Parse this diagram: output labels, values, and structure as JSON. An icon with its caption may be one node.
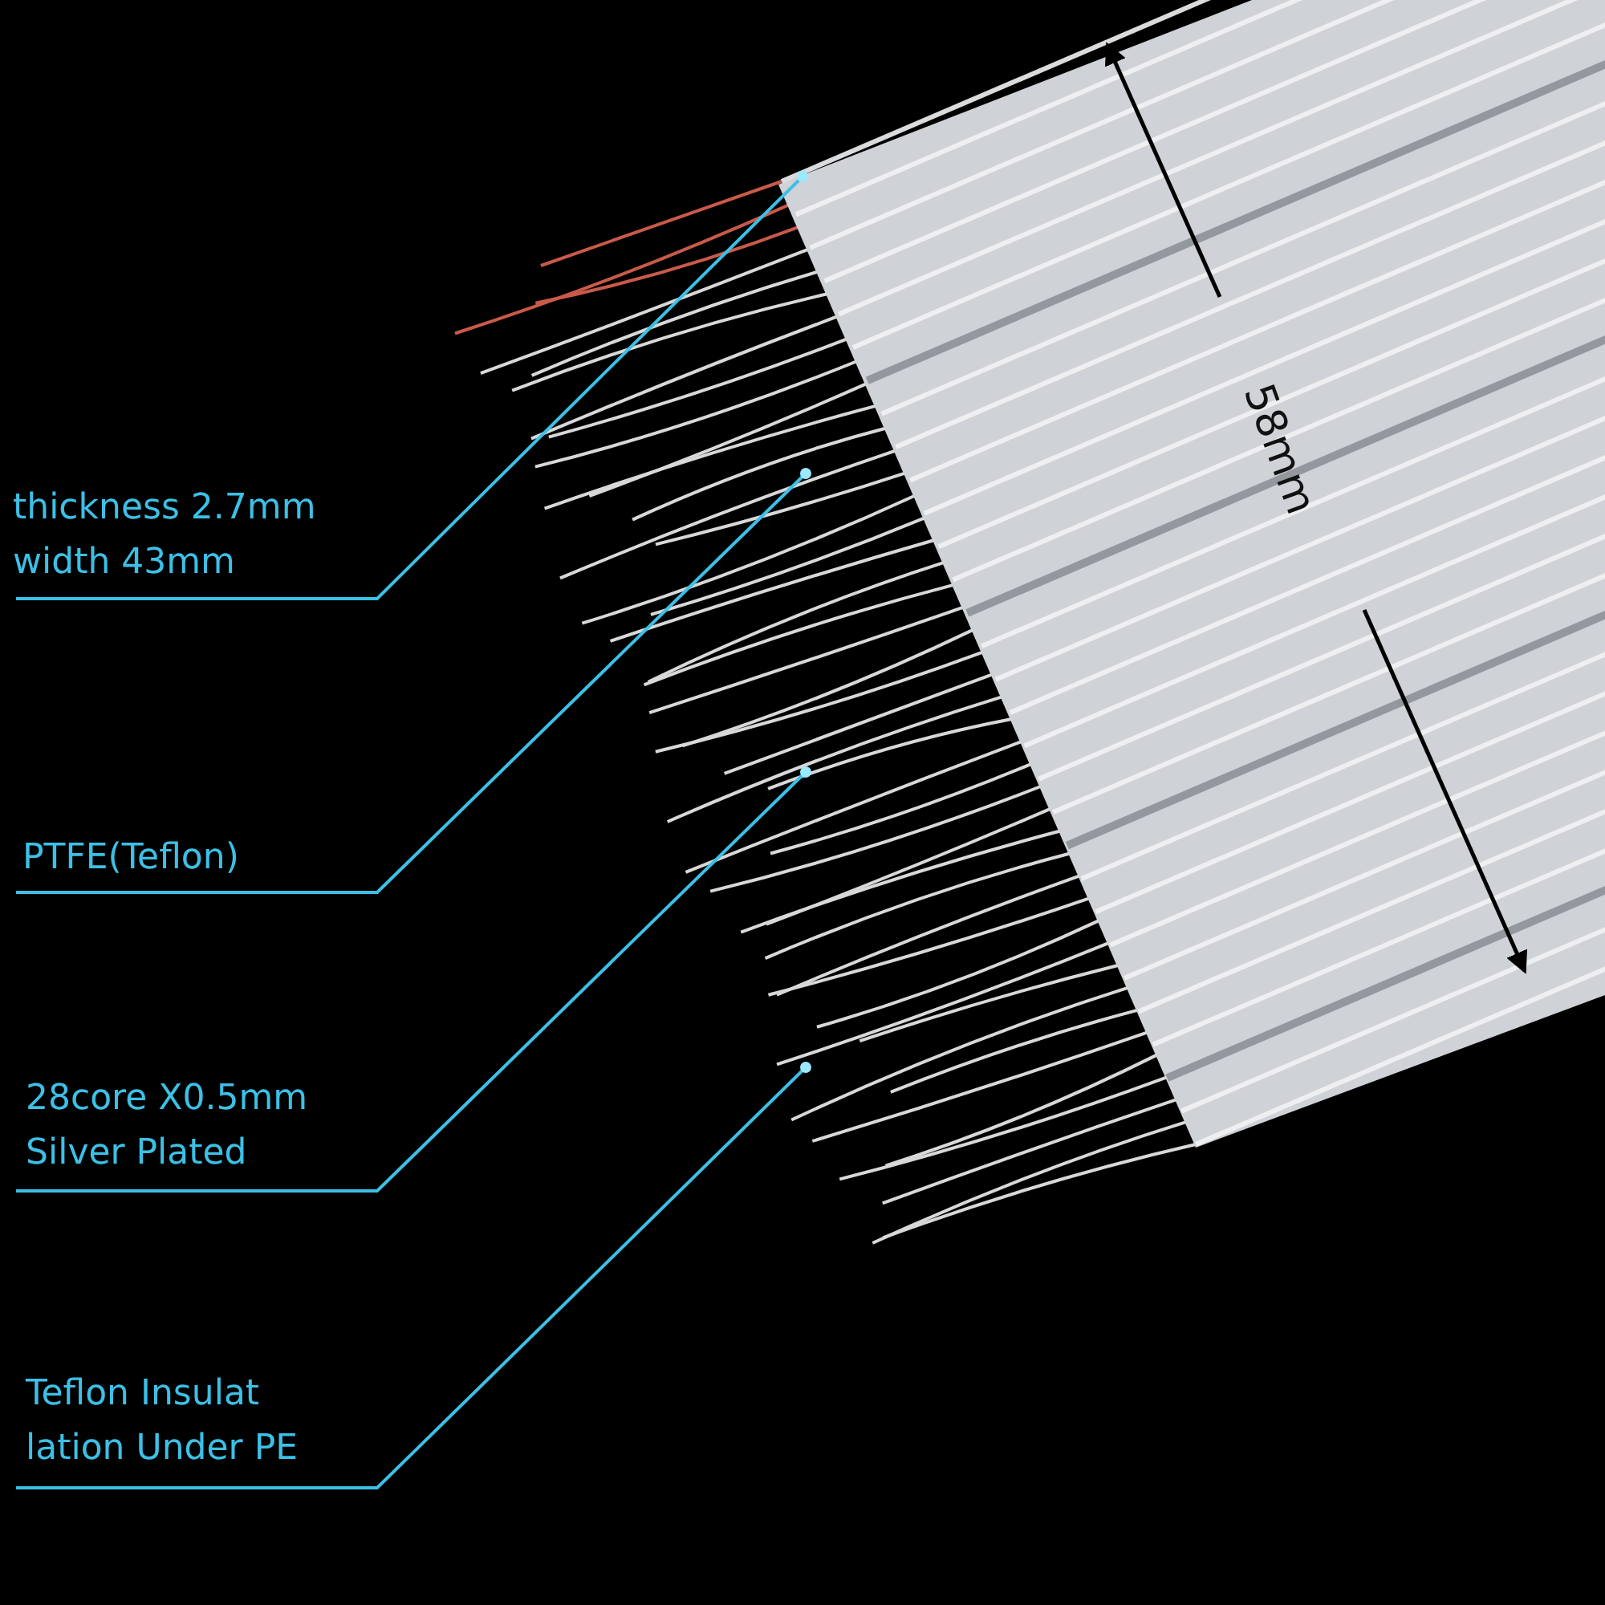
{
  "diagram": {
    "nodes": [
      {
        "text": [
          "thickness 2.7mm width 43mm"
        ]
      },
      {
        "text": [
          "PTFE(Teflon)"
        ]
      },
      {
        "text": [
          "28core X0.5mm Silver Plated"
        ]
      },
      {
        "text": [
          "Teflon Insulat lation Under PE"
        ]
      },
      {
        "text": [],
        "shape": "picture"
      }
    ],
    "edges": [
      {
        "from": 0,
        "to": 4,
        "arrow": "other"
      },
      {
        "from": 1,
        "to": 4,
        "arrow": "other"
      },
      {
        "from": 2,
        "to": 4,
        "arrow": "other"
      },
      {
        "from": 3,
        "to": 4,
        "arrow": "other"
      }
    ],
    "labels": [
      "58mm"
    ]
  }
}
